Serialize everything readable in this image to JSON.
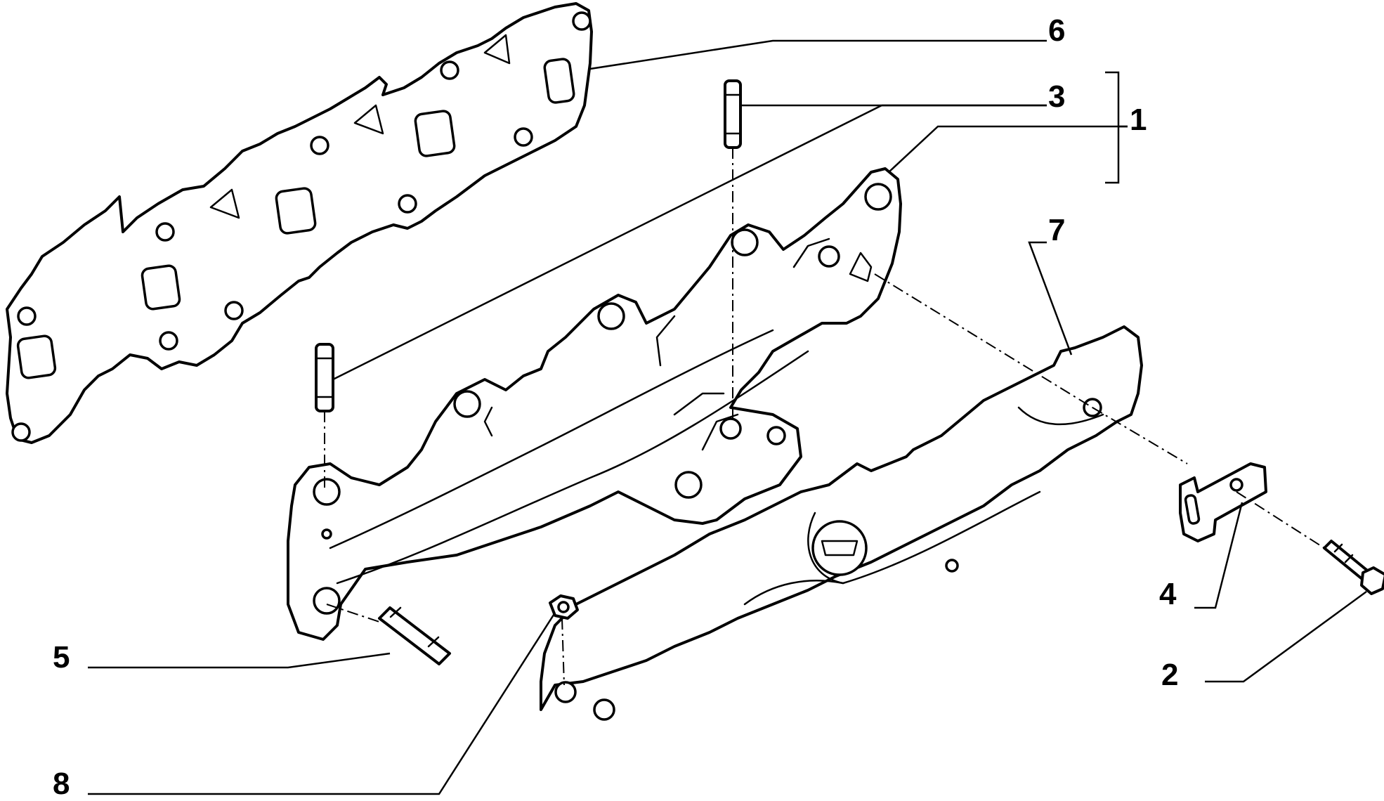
{
  "callouts": [
    {
      "id": "1",
      "text": "1"
    },
    {
      "id": "2",
      "text": "2"
    },
    {
      "id": "3",
      "text": "3"
    },
    {
      "id": "4",
      "text": "4"
    },
    {
      "id": "5",
      "text": "5"
    },
    {
      "id": "6",
      "text": "6"
    },
    {
      "id": "7",
      "text": "7"
    },
    {
      "id": "8",
      "text": "8"
    }
  ],
  "colors": {
    "line": "#000000",
    "background": "#ffffff"
  },
  "icons": [
    "manifold-gasket",
    "exhaust-manifold",
    "stud",
    "heat-shield",
    "bracket",
    "bolt",
    "nut"
  ]
}
